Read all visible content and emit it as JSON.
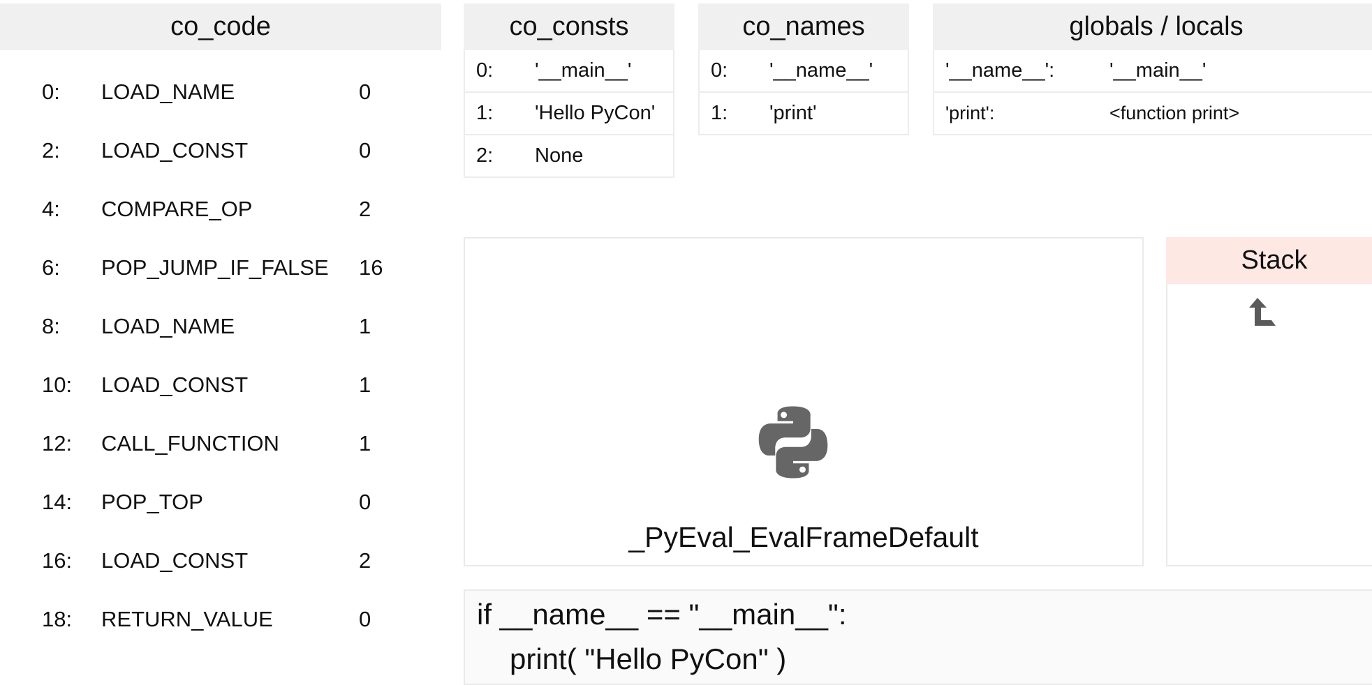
{
  "co_code": {
    "title": "co_code",
    "rows": [
      {
        "offset": "0:",
        "op": "LOAD_NAME",
        "arg": "0"
      },
      {
        "offset": "2:",
        "op": "LOAD_CONST",
        "arg": "0"
      },
      {
        "offset": "4:",
        "op": "COMPARE_OP",
        "arg": "2"
      },
      {
        "offset": "6:",
        "op": "POP_JUMP_IF_FALSE",
        "arg": "16"
      },
      {
        "offset": "8:",
        "op": "LOAD_NAME",
        "arg": "1"
      },
      {
        "offset": "10:",
        "op": "LOAD_CONST",
        "arg": "1"
      },
      {
        "offset": "12:",
        "op": "CALL_FUNCTION",
        "arg": "1"
      },
      {
        "offset": "14:",
        "op": "POP_TOP",
        "arg": "0"
      },
      {
        "offset": "16:",
        "op": "LOAD_CONST",
        "arg": "2"
      },
      {
        "offset": "18:",
        "op": "RETURN_VALUE",
        "arg": "0"
      }
    ]
  },
  "co_consts": {
    "title": "co_consts",
    "rows": [
      {
        "index": "0:",
        "value": "'__main__'"
      },
      {
        "index": "1:",
        "value": "'Hello PyCon'"
      },
      {
        "index": "2:",
        "value": "None"
      }
    ]
  },
  "co_names": {
    "title": "co_names",
    "rows": [
      {
        "index": "0:",
        "value": "'__name__'"
      },
      {
        "index": "1:",
        "value": "'print'"
      }
    ]
  },
  "globals": {
    "title": "globals / locals",
    "rows": [
      {
        "key": "'__name__':",
        "value": "'__main__'"
      },
      {
        "key": "'print':",
        "value": "<function print>"
      }
    ]
  },
  "frame": {
    "label": "_PyEval_EvalFrameDefault",
    "icon": "python-logo"
  },
  "stack": {
    "title": "Stack",
    "icon": "stack-pointer-arrow-icon",
    "header_color": "#fde8e4"
  },
  "source": {
    "lines": [
      "if __name__ == \"__main__\":",
      "print( \"Hello PyCon\" )"
    ]
  }
}
